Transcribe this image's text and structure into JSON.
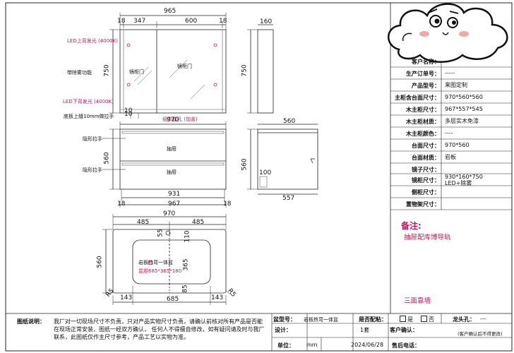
{
  "cabinet": {
    "overall_width": "965",
    "seg_left_small": "18",
    "seg_347": "347",
    "seg_600": "600",
    "seg_right_small": "18",
    "height_750": "750",
    "side_depth": "160",
    "side_height": "750",
    "bottom_gap": "10",
    "bottom_gap2": "10",
    "led_top": "LED上背发光 (4000K)",
    "defog": "带除雾功能",
    "led_bottom": "LED下背发光 (4000K)",
    "bottom_plate": "底板上缝10mm做拉手",
    "tissue_hole": "纸巾盒孔 (加盖)",
    "door_left": "镜柜门",
    "door_right": "镜柜门"
  },
  "vanity": {
    "width_970": "970",
    "height_560": "560",
    "drawer1": "抽屉",
    "drawer2": "抽屉",
    "handle1": "隐形拉手",
    "handle2": "隐形拉手",
    "bottom_931": "931",
    "bottom_967": "967",
    "bottom_18a": "18",
    "bottom_18b": "18",
    "side_width_560": "560",
    "side_height_560": "560",
    "side_100": "100",
    "side_557": "557"
  },
  "top": {
    "width_970": "970",
    "seg_485a": "485",
    "seg_485b": "485",
    "d55": "55",
    "d110": "110",
    "d365": "365",
    "d85": "85",
    "height_560": "560",
    "r5a": "R5",
    "r5b": "R5",
    "b143a": "143",
    "b685": "685",
    "b143b": "143",
    "basin_label": "岩板热弯一体盆",
    "basin_size": "盆胆685*365*180"
  },
  "spec": {
    "rows": [
      {
        "label": "客户名称：",
        "value": ""
      },
      {
        "label": "生产订单号：",
        "value": "-----"
      },
      {
        "label": "产品型号：",
        "value": "来图定制"
      },
      {
        "label": "主柜含台面尺寸：",
        "value": "970*560*560"
      },
      {
        "label": "木主柜尺寸：",
        "value": "967*557*545"
      },
      {
        "label": "木主柜材质：",
        "value": "多层实木免漆"
      },
      {
        "label": "木主柜颜色：",
        "value": "----"
      },
      {
        "label": "台面尺寸：",
        "value": "970*560"
      },
      {
        "label": "台面材质：",
        "value": "岩板"
      },
      {
        "label": "镜子尺寸：",
        "value": ""
      },
      {
        "label": "镜柜尺寸：",
        "value": "930*160*750\nLED+除雾"
      },
      {
        "label": "侧柜尺寸：",
        "value": ""
      },
      {
        "label": "置物架尺寸：",
        "value": ""
      }
    ]
  },
  "notes": {
    "title": "备注:",
    "line1": "抽屉配库博导轨",
    "line2": "三面靠墙"
  },
  "footer": {
    "desc_label": "图纸说明：",
    "desc_text": "我厂对一切现场尺寸不负责，只对产品实物尺寸负责，请确认前核对所有产品是否能在现场正常安装，图纸一经双方确认， 任何人不得擅自修改，如有疑问请及时与我厂联系，此图纸仅作主尺寸参考，产品工艺以实物为准。",
    "basin_label": "盆型号：",
    "basin_value": "岩板热弯一体盆",
    "design_label": "设计：",
    "design_value": "",
    "qty_value": "1套",
    "unit_label": "单位：",
    "unit_value": "mm",
    "date_value": "2024/06/28",
    "sink_label": "是否配粘：",
    "yes": "是",
    "no": "否",
    "faucet_label": "龙头孔：",
    "faucet_value": "---",
    "confirm_label": "客户确认：",
    "confirm_note": "(客户确认后不得更改)",
    "after_sales_label": "售后电话："
  }
}
